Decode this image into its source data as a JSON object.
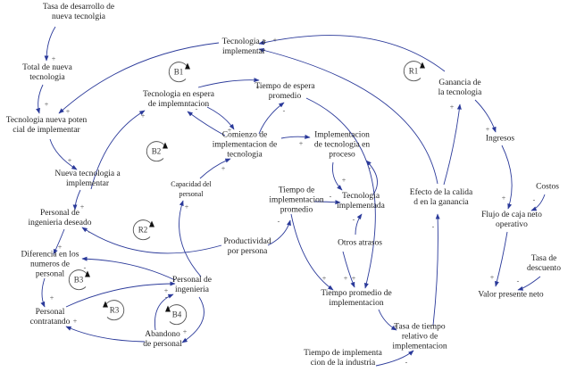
{
  "diagram": {
    "type": "causal-loop-diagram",
    "link_color": "#2b3a9a",
    "text_color": "#222222",
    "nodes": {
      "tasa_desarrollo": "Tasa de desarrollo de\nnueva tecnolgia",
      "total_nueva": "Total de nueva\ntecnologia",
      "tec_nueva_potencial": "Tecnologia nueva poten\ncial de implementar",
      "nueva_tec_implementar": "Nueva tecnologia a\nimplementar",
      "personal_deseado": "Personal de\ningenieria deseado",
      "diferencia": "Diferencia en los\nnumeros de\npersonal",
      "personal_contratando": "Personal\ncontratando",
      "personal_ingenieria": "Personal de\ningenieria",
      "abandono": "Abandono\nde personal",
      "capacidad": "Capacidad del\npersonal",
      "productividad": "Productividad\npor persona",
      "tec_a_implementar": "Tecnologia a\nimplementar",
      "tec_en_espera": "Tecnologia en espera\nde implemntacion",
      "tiempo_espera": "Tiempo de espera\npromedio",
      "comienzo": "Comienzo de\nimplementacion de\ntecnologia",
      "impl_proceso": "Implementacion\nde tecnologia en\nproceso",
      "tec_implementada": "Tecnologia\nimplementada",
      "tiempo_impl_prom": "Tiempo de\nimplementacion\npromedio",
      "otros_atrasos": "Otros atrasos",
      "tiempo_prom_impl": "Tiempo promedio de\nimplementacion",
      "tasa_tiempo_relativo": "Tasa de tiempo\nrelativo de\nimplementacion",
      "tiempo_industria": "Tiempo de implementa\ncion de la industria",
      "efecto_calidad": "Efecto de la calida\nd en la ganancia",
      "ganancia": "Ganancia de\nla tecnologia",
      "ingresos": "Ingresos",
      "costos": "Costos",
      "flujo_caja": "Flujo de caja neto\noperativo",
      "tasa_descuento": "Tasa de\ndescuento",
      "vpn": "Valor presente neto"
    },
    "loops": {
      "B1": "B1",
      "B2": "B2",
      "B3": "B3",
      "B4": "B4",
      "R1": "R1",
      "R2": "R2",
      "R3": "R3"
    },
    "links": [
      {
        "from": "tasa_desarrollo",
        "to": "total_nueva",
        "polarity": "+"
      },
      {
        "from": "total_nueva",
        "to": "tec_nueva_potencial",
        "polarity": "+"
      },
      {
        "from": "tec_a_implementar",
        "to": "tec_nueva_potencial",
        "polarity": "+"
      },
      {
        "from": "tec_nueva_potencial",
        "to": "nueva_tec_implementar",
        "polarity": "+"
      },
      {
        "from": "nueva_tec_implementar",
        "to": "tec_en_espera",
        "polarity": "+"
      },
      {
        "from": "nueva_tec_implementar",
        "to": "personal_deseado",
        "polarity": "+"
      },
      {
        "from": "personal_deseado",
        "to": "diferencia",
        "polarity": "+"
      },
      {
        "from": "personal_ingenieria",
        "to": "diferencia",
        "polarity": "-"
      },
      {
        "from": "diferencia",
        "to": "personal_contratando",
        "polarity": "+"
      },
      {
        "from": "personal_contratando",
        "to": "personal_ingenieria",
        "polarity": "+"
      },
      {
        "from": "abandono",
        "to": "personal_contratando",
        "polarity": "+"
      },
      {
        "from": "abandono",
        "to": "personal_ingenieria",
        "polarity": "-"
      },
      {
        "from": "personal_ingenieria",
        "to": "abandono",
        "polarity": "+"
      },
      {
        "from": "personal_ingenieria",
        "to": "capacidad",
        "polarity": "+"
      },
      {
        "from": "productividad",
        "to": "personal_deseado",
        "polarity": "-"
      },
      {
        "from": "productividad",
        "to": "tiempo_impl_prom",
        "polarity": "-"
      },
      {
        "from": "capacidad",
        "to": "comienzo",
        "polarity": "+"
      },
      {
        "from": "tec_en_espera",
        "to": "comienzo",
        "polarity": "+"
      },
      {
        "from": "comienzo",
        "to": "tec_en_espera",
        "polarity": "-"
      },
      {
        "from": "tec_en_espera",
        "to": "tiempo_espera",
        "polarity": "+"
      },
      {
        "from": "comienzo",
        "to": "tiempo_espera",
        "polarity": "-"
      },
      {
        "from": "comienzo",
        "to": "impl_proceso",
        "polarity": "+"
      },
      {
        "from": "impl_proceso",
        "to": "tec_implementada",
        "polarity": "+"
      },
      {
        "from": "tec_implementada",
        "to": "impl_proceso",
        "polarity": "-"
      },
      {
        "from": "tiempo_impl_prom",
        "to": "tec_implementada",
        "polarity": "-"
      },
      {
        "from": "otros_atrasos",
        "to": "tec_implementada",
        "polarity": "-"
      },
      {
        "from": "tiempo_impl_prom",
        "to": "tiempo_prom_impl",
        "polarity": "+"
      },
      {
        "from": "otros_atrasos",
        "to": "tiempo_prom_impl",
        "polarity": "+"
      },
      {
        "from": "tiempo_espera",
        "to": "tiempo_prom_impl",
        "polarity": "+"
      },
      {
        "from": "tiempo_prom_impl",
        "to": "tasa_tiempo_relativo",
        "polarity": "+"
      },
      {
        "from": "tiempo_industria",
        "to": "tasa_tiempo_relativo",
        "polarity": "-"
      },
      {
        "from": "tasa_tiempo_relativo",
        "to": "efecto_calidad",
        "polarity": "-"
      },
      {
        "from": "efecto_calidad",
        "to": "ganancia",
        "polarity": "+"
      },
      {
        "from": "efecto_calidad",
        "to": "tec_a_implementar",
        "polarity": "+"
      },
      {
        "from": "ganancia",
        "to": "tec_a_implementar",
        "polarity": "+"
      },
      {
        "from": "ganancia",
        "to": "ingresos",
        "polarity": "+"
      },
      {
        "from": "ingresos",
        "to": "flujo_caja",
        "polarity": "+"
      },
      {
        "from": "costos",
        "to": "flujo_caja",
        "polarity": "-"
      },
      {
        "from": "flujo_caja",
        "to": "vpn",
        "polarity": "+"
      },
      {
        "from": "tasa_descuento",
        "to": "vpn",
        "polarity": "-"
      }
    ]
  }
}
